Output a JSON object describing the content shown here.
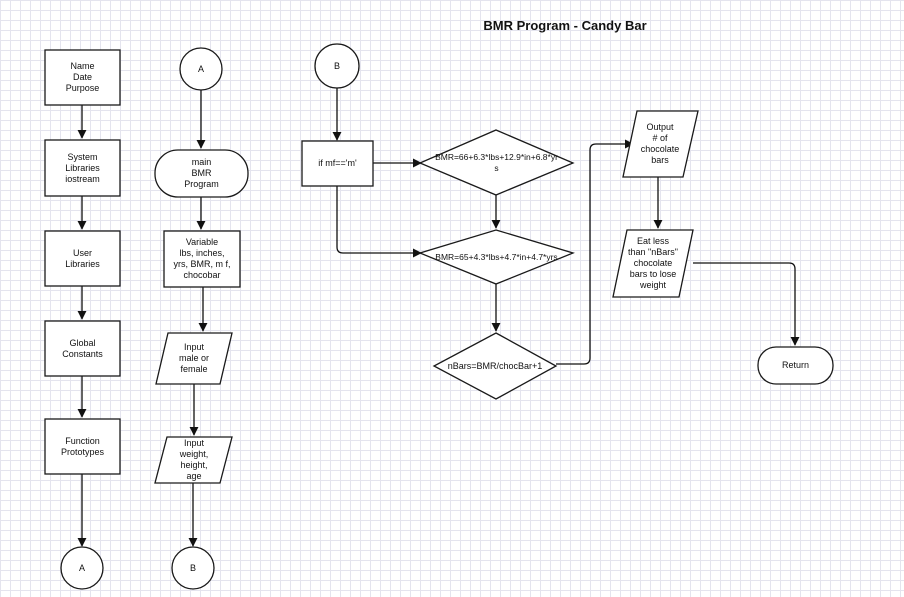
{
  "title": "BMR Program - Candy Bar",
  "nodes": {
    "name_date": "Name\nDate\nPurpose",
    "system_libs": "System\nLibraries\niostream",
    "user_libs": "User\nLibraries",
    "global_const": "Global\nConstants",
    "func_proto": "Function\nPrototypes",
    "conn_a_bottom": "A",
    "conn_a_top": "A",
    "main_bmr": "main\nBMR\nProgram",
    "variables": "Variable\nlbs, inches,\nyrs, BMR, m f,\nchocobar",
    "input_sex": "Input\nmale or\nfemale",
    "input_body": "Input\nweight,\nheight,\nage",
    "conn_b_bottom": "B",
    "conn_b_top": "B",
    "if_mf": "if mf=='m'",
    "bmr_male": "BMR=66+6.3*lbs+12.9*in+6.8*yr\ns",
    "bmr_female": "BMR=65+4.3*lbs+4.7*in+4.7*yrs",
    "nbars": "nBars=BMR/chocBar+1",
    "output_bars": "Output\n# of\nchocolate\nbars",
    "eat_less": "Eat less\nthan \"nBars\"\nchocolate\nbars to lose\nweight",
    "return": "Return"
  }
}
